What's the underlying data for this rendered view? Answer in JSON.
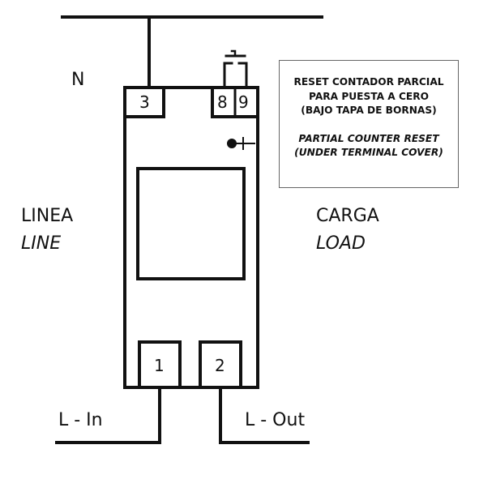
{
  "labels": {
    "neutral": "N",
    "line_es": "LINEA",
    "line_en": "LINE",
    "load_es": "CARGA",
    "load_en": "LOAD",
    "l_in": "L - In",
    "l_out": "L - Out"
  },
  "terminals": {
    "t3": "3",
    "t8": "8",
    "t9": "9",
    "t1": "1",
    "t2": "2"
  },
  "note": {
    "line1": "RESET CONTADOR PARCIAL",
    "line2": "PARA PUESTA A CERO",
    "line3": "(BAJO TAPA DE BORNAS)",
    "line4": "PARTIAL COUNTER RESET",
    "line5": "(UNDER TERMINAL COVER)"
  },
  "colors": {
    "stroke": "#111111",
    "background": "#ffffff",
    "note_border": "#666666"
  }
}
